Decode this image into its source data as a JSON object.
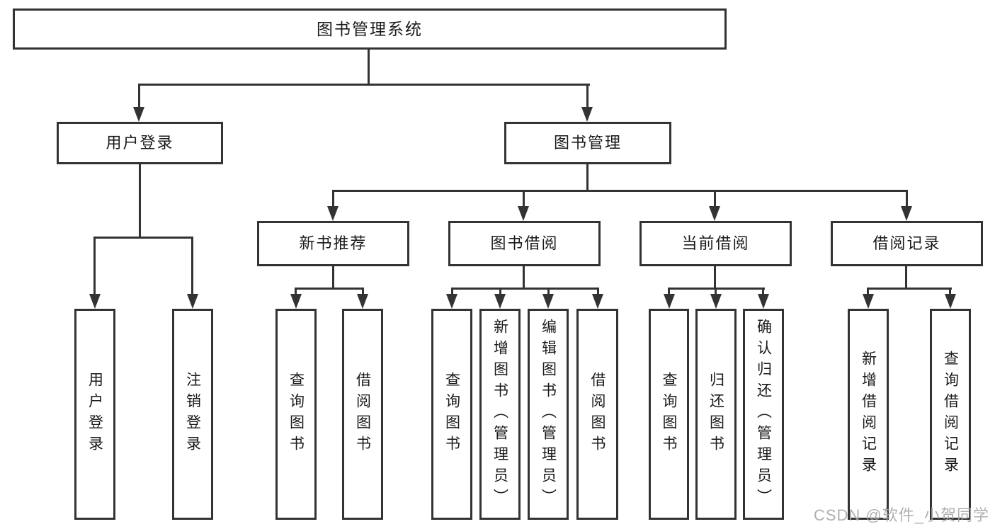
{
  "diagram": {
    "type": "tree-diagram",
    "nodes": {
      "root": "图书管理系统",
      "level1": [
        "用户登录",
        "图书管理"
      ],
      "level2": [
        "新书推荐",
        "图书借阅",
        "当前借阅",
        "借阅记录"
      ],
      "leaves": [
        "用户登录",
        "注销登录",
        "查询图书",
        "借阅图书",
        "查询图书",
        "新增图书（管理员）",
        "编辑图书（管理员）",
        "借阅图书",
        "查询图书",
        "归还图书",
        "确认归还（管理员）",
        "新增借阅记录",
        "查询借阅记录"
      ]
    },
    "hierarchy": {
      "图书管理系统": [
        "用户登录",
        "图书管理"
      ],
      "用户登录": [
        "用户登录",
        "注销登录"
      ],
      "图书管理": [
        "新书推荐",
        "图书借阅",
        "当前借阅",
        "借阅记录"
      ],
      "新书推荐": [
        "查询图书",
        "借阅图书"
      ],
      "图书借阅": [
        "查询图书",
        "新增图书（管理员）",
        "编辑图书（管理员）",
        "借阅图书"
      ],
      "当前借阅": [
        "查询图书",
        "归还图书",
        "确认归还（管理员）"
      ],
      "借阅记录": [
        "新增借阅记录",
        "查询借阅记录"
      ]
    },
    "watermark": "CSDN @软件_小贺同学",
    "colors": {
      "line": "#333333",
      "box_border": "#333333",
      "box_background": "#ffffff",
      "text": "#1a1a1a",
      "watermark": "#a8a8a8",
      "background": "#ffffff"
    }
  }
}
